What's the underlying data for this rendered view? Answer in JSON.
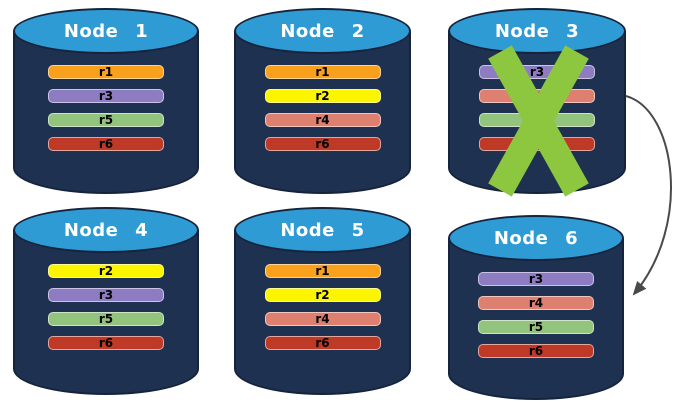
{
  "diagram": {
    "nodes": [
      {
        "label": "Node 1",
        "replicas": [
          "r1",
          "r3",
          "r5",
          "r6"
        ],
        "failed": false
      },
      {
        "label": "Node 2",
        "replicas": [
          "r1",
          "r2",
          "r4",
          "r6"
        ],
        "failed": false
      },
      {
        "label": "Node 3",
        "replicas": [
          "r3",
          "r4",
          "r5",
          "r6"
        ],
        "failed": true
      },
      {
        "label": "Node 4",
        "replicas": [
          "r2",
          "r3",
          "r5",
          "r6"
        ],
        "failed": false
      },
      {
        "label": "Node 5",
        "replicas": [
          "r1",
          "r2",
          "r4",
          "r6"
        ],
        "failed": false
      },
      {
        "label": "Node 6",
        "replicas": [
          "r3",
          "r4",
          "r5",
          "r6"
        ],
        "failed": false
      }
    ],
    "arrow": {
      "from": "Node 3",
      "to": "Node 6"
    },
    "colors": {
      "cylinder_body": "#1F3150",
      "cylinder_outline": "#15243C",
      "cylinder_top": "#2F9BD4",
      "title_text": "#FFFFFF",
      "bar_text": "#000000",
      "failure_x": "#8DC63F",
      "arrow": "#4A4A4A",
      "replicas": {
        "r1": "#F9A01C",
        "r2": "#FBF500",
        "r3": "#8E7CC3",
        "r4": "#DD8070",
        "r5": "#93C47D",
        "r6": "#BE3A26"
      }
    }
  }
}
